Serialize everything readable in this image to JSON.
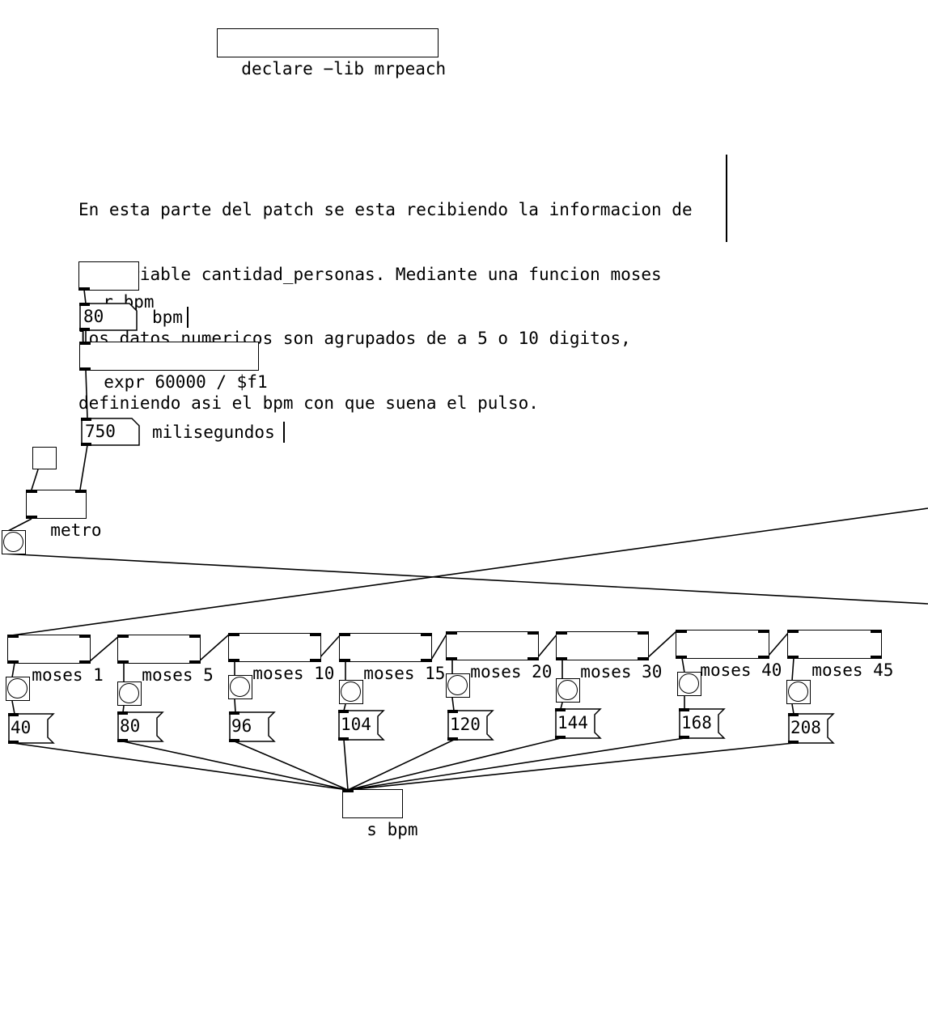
{
  "patch": {
    "declare": "declare −lib mrpeach",
    "comment_lines": [
      "En esta parte del patch se esta recibiendo la informacion de",
      "la variable cantidad_personas. Mediante una funcion moses",
      "los datos numericos son agrupados de a 5 o 10 digitos,",
      "definiendo asi el bpm con que suena el pulso."
    ],
    "receive": "r bpm",
    "bpm_number": "80",
    "bpm_label": "bpm",
    "expr": "expr 60000 / $f1",
    "ms_number": "750",
    "ms_label": "milisegundos",
    "metro": "metro",
    "moses": [
      "moses 1",
      "moses 5",
      "moses 10",
      "moses 15",
      "moses 20",
      "moses 30",
      "moses 40",
      "moses 45"
    ],
    "messages": [
      "40",
      "80",
      "96",
      "104",
      "120",
      "144",
      "168",
      "208"
    ],
    "send": "s bpm"
  }
}
